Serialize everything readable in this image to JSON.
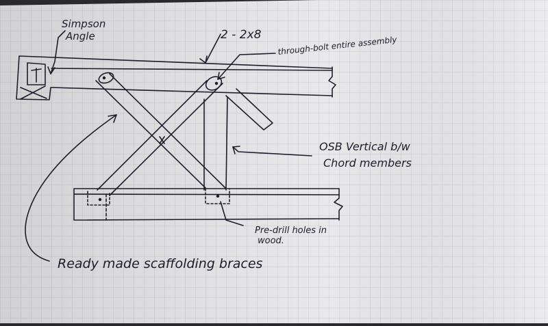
{
  "labels": {
    "simpson_angle_line1": "Simpson",
    "simpson_angle_line2": "Angle",
    "top_member": "2 - 2x8",
    "through_bolt": "through-bolt entire assembly",
    "osb_line1": "OSB Vertical b/w",
    "osb_line2": "Chord members",
    "predrill_line1": "Pre-drill holes in",
    "predrill_line2": "wood.",
    "braces": "Ready made scaffolding braces"
  },
  "colors": {
    "paper": "#e9e9ec",
    "grid": "#bfc3cc",
    "ink": "#1d1d2a",
    "desk": "#2a2a2e"
  }
}
